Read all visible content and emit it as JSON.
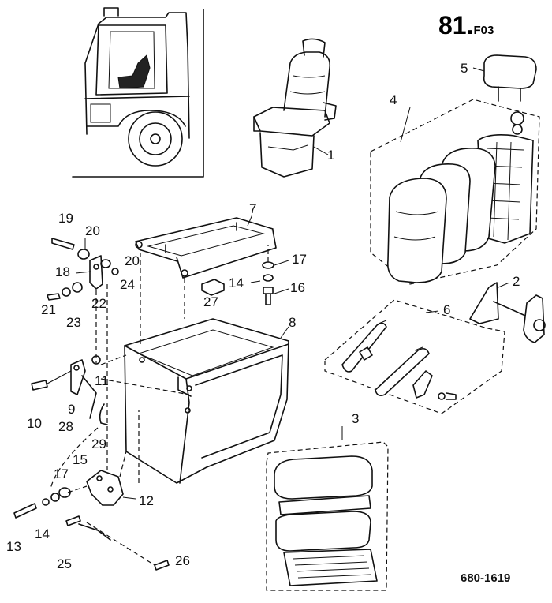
{
  "header": {
    "page_number": "81.",
    "section_code": "F03"
  },
  "footer": {
    "drawing_number": "680-1619"
  },
  "callouts": {
    "c1": "1",
    "c2": "2",
    "c3": "3",
    "c4": "4",
    "c5": "5",
    "c6": "6",
    "c7": "7",
    "c8": "8",
    "c9": "9",
    "c10": "10",
    "c11": "11",
    "c12": "12",
    "c13": "13",
    "c14a": "14",
    "c14b": "14",
    "c15": "15",
    "c16": "16",
    "c17a": "17",
    "c17b": "17",
    "c18": "18",
    "c19": "19",
    "c20a": "20",
    "c20b": "20",
    "c21": "21",
    "c22": "22",
    "c23": "23",
    "c24": "24",
    "c25": "25",
    "c26": "26",
    "c27": "27",
    "c28": "28",
    "c29": "29"
  }
}
